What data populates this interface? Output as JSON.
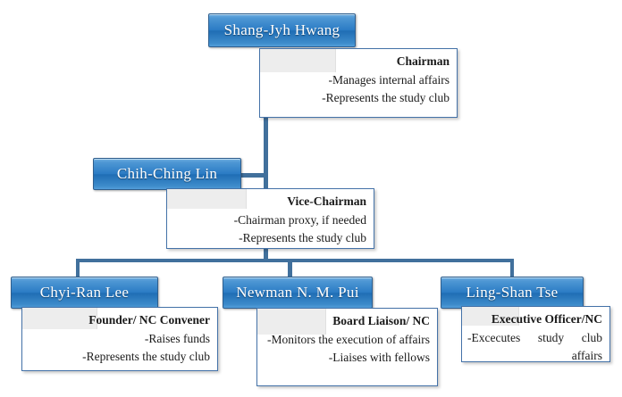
{
  "chart": {
    "type": "org-chart",
    "title": "Study Club Organizational Chart",
    "colors": {
      "node_fill_light": "#6FAFE0",
      "node_fill_dark": "#1F6DB4",
      "node_border": "#2E5E8E",
      "connector": "#41709C",
      "panel_border": "#4472A8",
      "panel_background": "#FFFFFF",
      "panel_gutter": "#EDEDED",
      "name_text": "#FFFFFF",
      "body_text": "#1A1A1A",
      "background": "#FFFFFF"
    },
    "levels": [
      {
        "level": 1,
        "nodes": [
          {
            "id": "chairman",
            "name": "Shang-Jyh Hwang",
            "role": "Chairman",
            "duties": [
              "-Manages internal affairs",
              "-Represents the study club"
            ]
          }
        ]
      },
      {
        "level": 2,
        "nodes": [
          {
            "id": "vice-chairman",
            "name": "Chih-Ching Lin",
            "role": "Vice-Chairman",
            "duties": [
              "-Chairman proxy, if needed",
              "-Represents the study club"
            ]
          }
        ]
      },
      {
        "level": 3,
        "nodes": [
          {
            "id": "founder",
            "name": "Chyi-Ran Lee",
            "role": "Founder/ NC Convener",
            "duties": [
              "-Raises funds",
              "-Represents the study club"
            ]
          },
          {
            "id": "board-liaison",
            "name": "Newman N. M. Pui",
            "role": "Board Liaison/ NC",
            "duties": [
              "-Monitors the execution of affairs",
              "-Liaises with fellows"
            ]
          },
          {
            "id": "executive-officer",
            "name": "Ling-Shan Tse",
            "role": "Executive Officer/NC",
            "duties": [
              "-Excecutes study club affairs"
            ]
          }
        ]
      }
    ]
  }
}
